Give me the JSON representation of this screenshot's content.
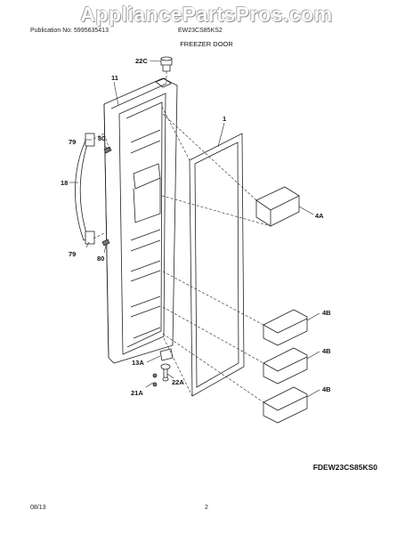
{
  "header": {
    "watermark": "AppliancePartsPros.com",
    "publication_no": "Publication No: 5995635413",
    "model": "EW23CS85KS2",
    "section_title": "FREEZER DOOR"
  },
  "callouts": {
    "p22c": "22C",
    "p11": "11",
    "p1": "1",
    "p79_top": "79",
    "p80_top": "80",
    "p18": "18",
    "p79_bottom": "79",
    "p80_bottom": "80",
    "p4a": "4A",
    "p4b_1": "4B",
    "p4b_2": "4B",
    "p4b_3": "4B",
    "p13a": "13A",
    "p22a": "22A",
    "p21a": "21A"
  },
  "footer": {
    "diagram_code": "FDEW23CS85KS0",
    "date": "08/13",
    "page": "2"
  }
}
